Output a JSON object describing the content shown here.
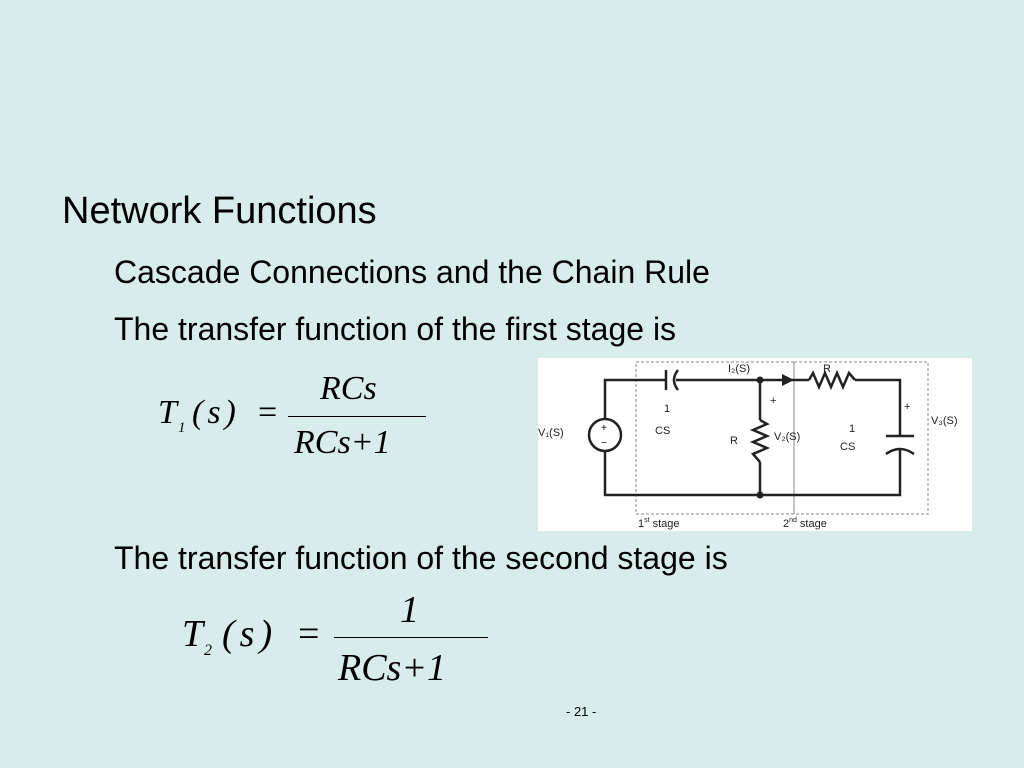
{
  "slide": {
    "title": "Network Functions",
    "subtitle": "Cascade Connections and the Chain Rule",
    "line_first_stage": "The transfer function of the first stage is",
    "line_second_stage": "The transfer function of the second stage is",
    "page_number": "- 21 -"
  },
  "equation1": {
    "lhs_T": "T",
    "lhs_sub": "1",
    "lhs_paren": "(s)",
    "equals": "=",
    "numerator": "RCs",
    "denominator": "RCs+1"
  },
  "equation2": {
    "lhs_T": "T",
    "lhs_sub": "2",
    "lhs_paren": "(s)",
    "equals": "=",
    "numerator": "1",
    "denominator": "RCs+1"
  },
  "circuit": {
    "source_label": "V₁(S)",
    "current_label": "I₂(S)",
    "cap1_top": "1",
    "cap1_bottom": "CS",
    "res1_label": "R",
    "v2_label": "V₂(S)",
    "res2_label": "R",
    "cap2_top": "1",
    "cap2_bottom": "CS",
    "v3_label": "V₃(S)",
    "plus": "+",
    "minus": "−",
    "stage1_num": "1",
    "stage1_sup": "st",
    "stage1_word": "stage",
    "stage2_num": "2",
    "stage2_sup": "nd",
    "stage2_word": "stage"
  }
}
